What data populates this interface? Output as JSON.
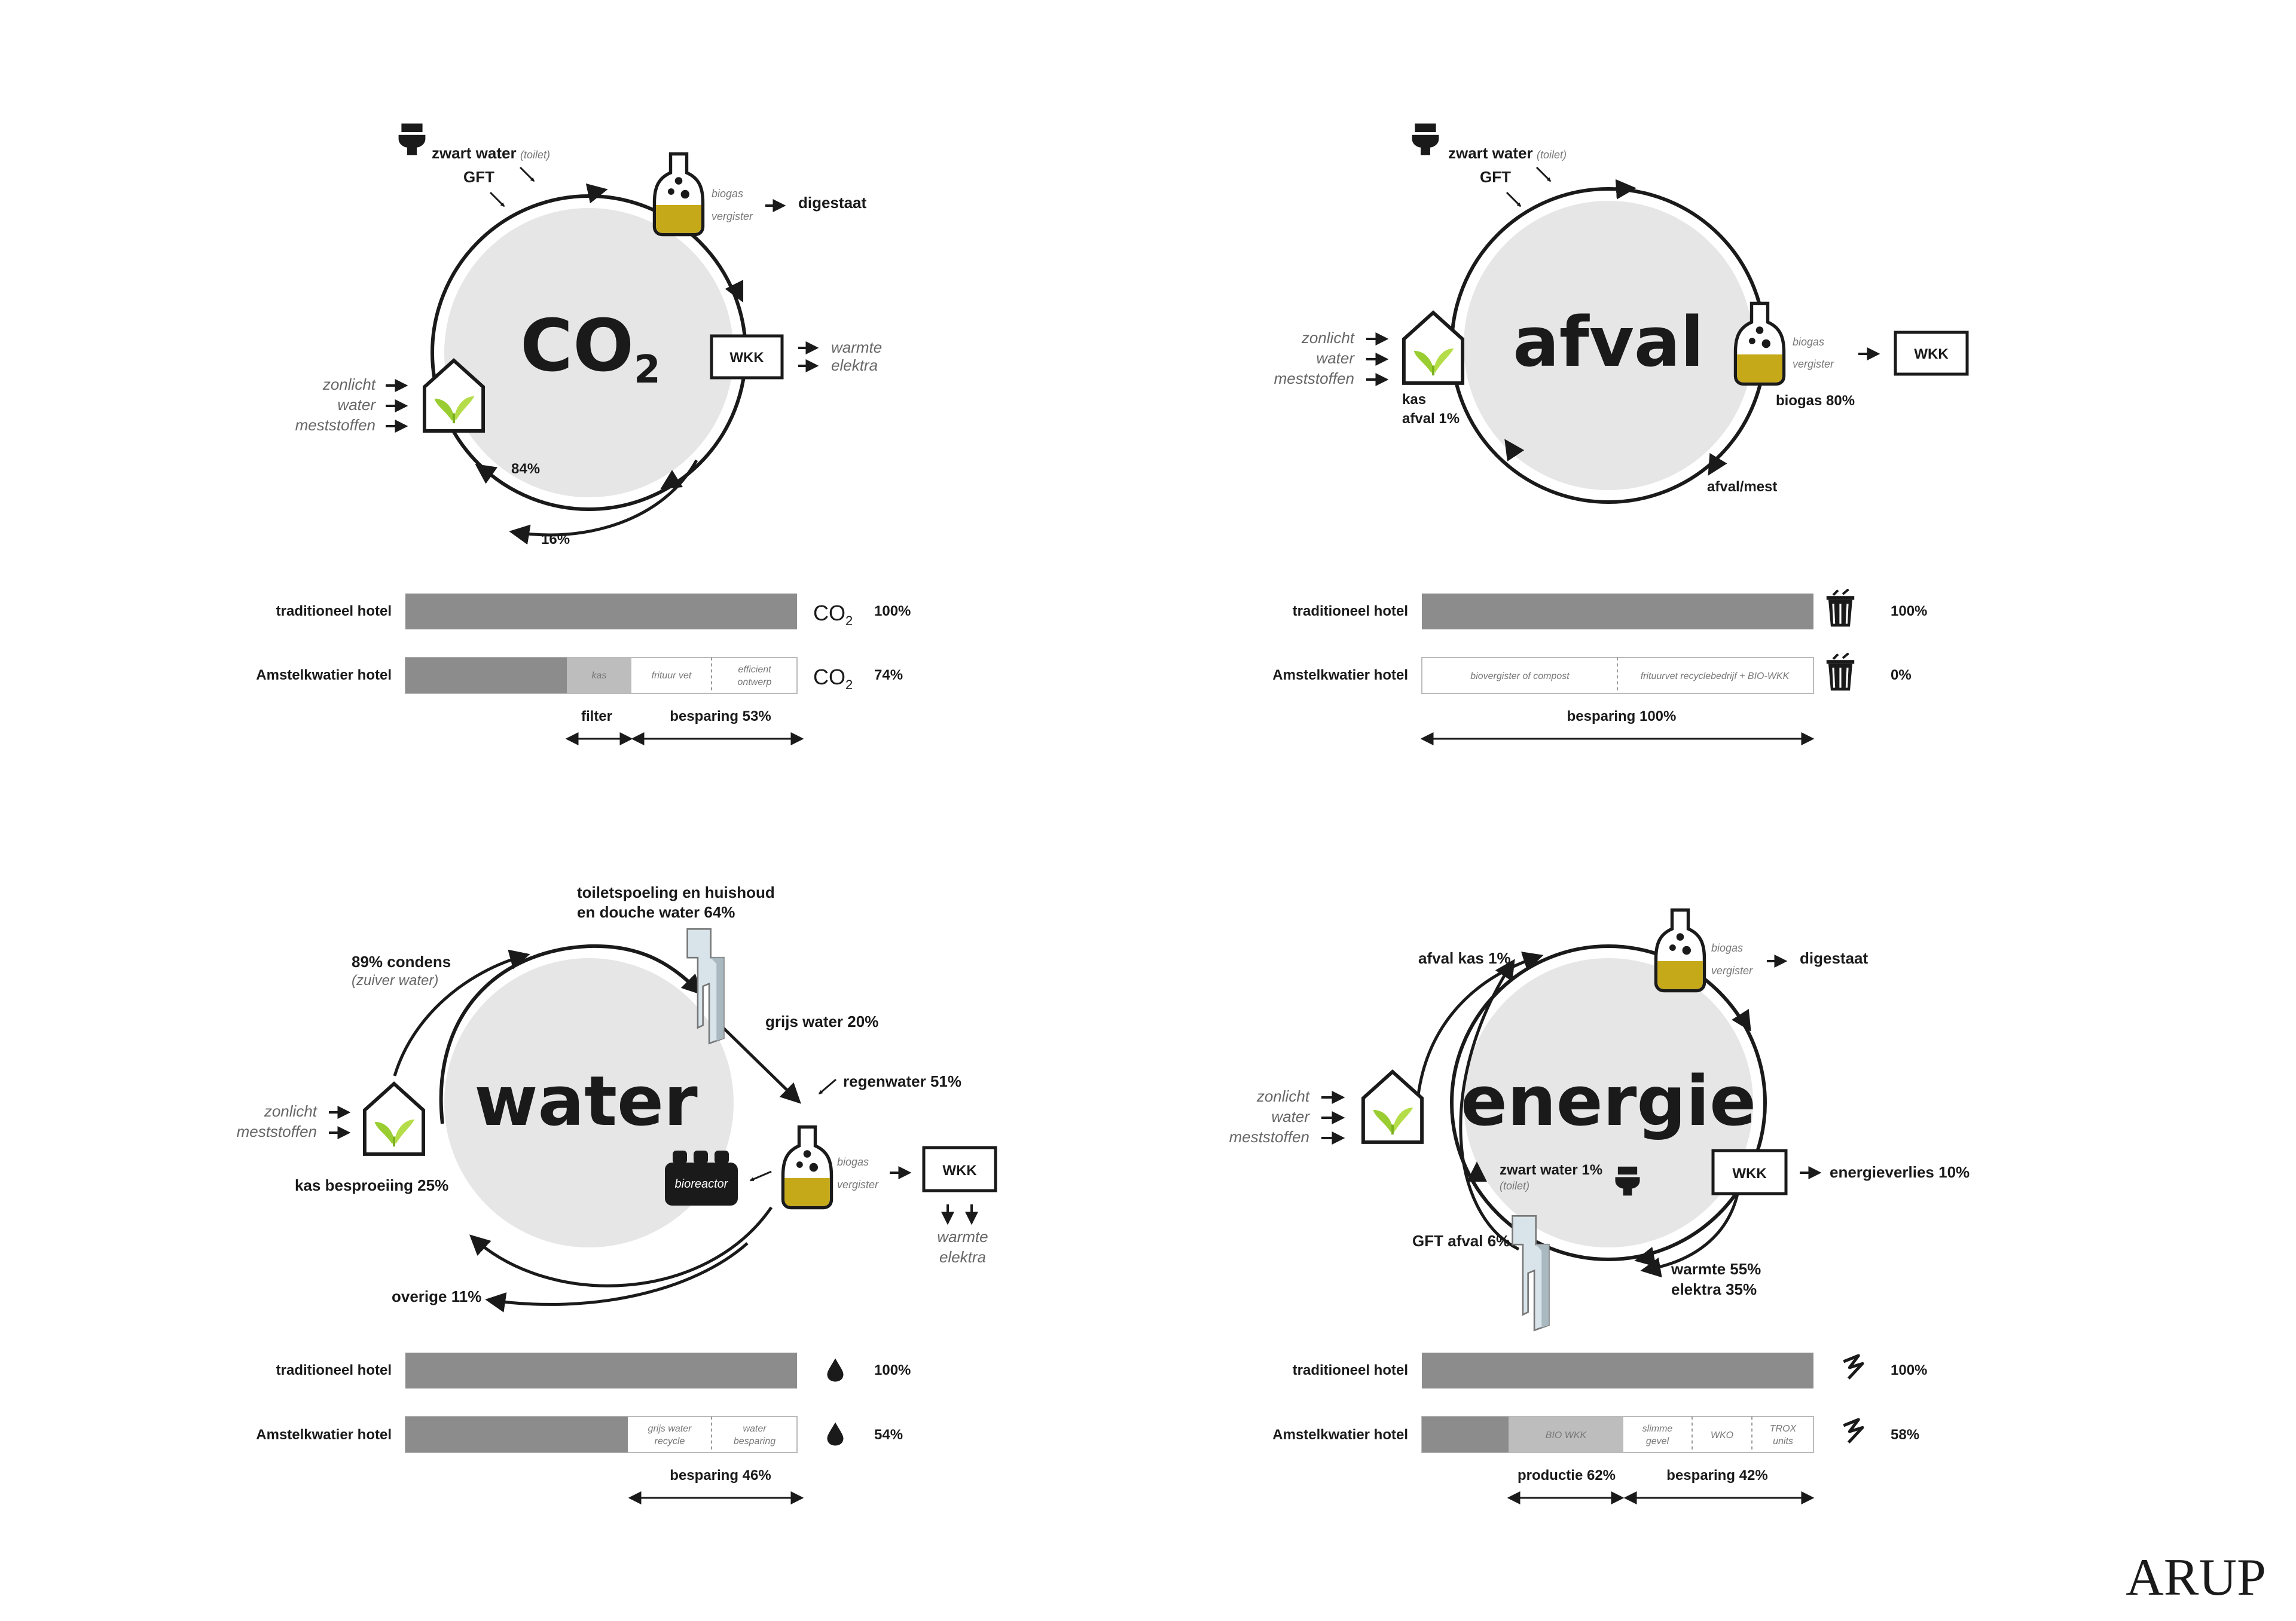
{
  "colors": {
    "bar_dark": "#8c8c8c",
    "bar_light": "#bdbdbd",
    "circle_fill": "#e6e6e6",
    "accent_yellow": "#c6a919",
    "leaf_green": "#9acd32"
  },
  "logo": "ARUP",
  "co2": {
    "title": "CO",
    "title_sub": "2",
    "zwart_water": "zwart water",
    "toilet_note": "(toilet)",
    "gft": "GFT",
    "biogas": "biogas",
    "vergister": "vergister",
    "digestaat": "digestaat",
    "wkk": "WKK",
    "warmte": "warmte",
    "elektra": "elektra",
    "zonlicht": "zonlicht",
    "water": "water",
    "meststoffen": "meststoffen",
    "pct_84": "84%",
    "pct_16": "16%",
    "bars": {
      "row1_label": "traditioneel hotel",
      "row2_label": "Amstelkwatier hotel",
      "unit": "CO",
      "unit_sub": "2",
      "row1_value": "100%",
      "row2_value": "74%",
      "seg_kas": "kas",
      "seg_frituur": "frituur vet",
      "seg_efficient_1": "efficient",
      "seg_efficient_2": "ontwerp",
      "filter": "filter",
      "besparing": "besparing 53%"
    }
  },
  "afval": {
    "title": "afval",
    "zwart_water": "zwart water",
    "toilet_note": "(toilet)",
    "gft": "GFT",
    "zonlicht": "zonlicht",
    "water": "water",
    "meststoffen": "meststoffen",
    "kas": "kas",
    "afval_1": "afval 1%",
    "biogas": "biogas",
    "vergister": "vergister",
    "wkk": "WKK",
    "biogas_80": "biogas 80%",
    "afval_mest": "afval/mest",
    "bars": {
      "row1_label": "traditioneel hotel",
      "row2_label": "Amstelkwatier hotel",
      "row1_value": "100%",
      "row2_value": "0%",
      "seg_1": "biovergister of compost",
      "seg_2": "frituurvet recyclebedrijf + BIO-WKK",
      "besparing": "besparing 100%"
    }
  },
  "water": {
    "title": "water",
    "toiletspoeling_1": "toiletspoeling en huishoud",
    "toiletspoeling_2": "en douche water 64%",
    "condens": "89% condens",
    "zuiver": "(zuiver water)",
    "grijs": "grijs water 20%",
    "regenwater": "regenwater 51%",
    "zonlicht": "zonlicht",
    "meststoffen": "meststoffen",
    "bioreactor": "bioreactor",
    "biogas": "biogas",
    "vergister": "vergister",
    "wkk": "WKK",
    "kas_besproeiing": "kas besproeiing 25%",
    "warmte": "warmte",
    "elektra": "elektra",
    "overige": "overige 11%",
    "bars": {
      "row1_label": "traditioneel hotel",
      "row2_label": "Amstelkwatier hotel",
      "row1_value": "100%",
      "row2_value": "54%",
      "seg_grijs_1": "grijs water",
      "seg_grijs_2": "recycle",
      "seg_water_1": "water",
      "seg_water_2": "besparing",
      "besparing": "besparing 46%"
    }
  },
  "energie": {
    "title": "energie",
    "afval_kas": "afval kas 1%",
    "biogas": "biogas",
    "vergister": "vergister",
    "digestaat": "digestaat",
    "zonlicht": "zonlicht",
    "water": "water",
    "meststoffen": "meststoffen",
    "zwart_water": "zwart water 1%",
    "toilet_note": "(toilet)",
    "wkk": "WKK",
    "energieverlies": "energieverlies 10%",
    "gft_afval": "GFT afval 6%",
    "warmte": "warmte 55%",
    "elektra": "elektra 35%",
    "bars": {
      "row1_label": "traditioneel hotel",
      "row2_label": "Amstelkwatier hotel",
      "row1_value": "100%",
      "row2_value": "58%",
      "seg_biowkk": "BIO WKK",
      "seg_slimme_1": "slimme",
      "seg_slimme_2": "gevel",
      "seg_wko": "WKO",
      "seg_trox_1": "TROX",
      "seg_trox_2": "units",
      "productie": "productie 62%",
      "besparing": "besparing 42%"
    }
  }
}
